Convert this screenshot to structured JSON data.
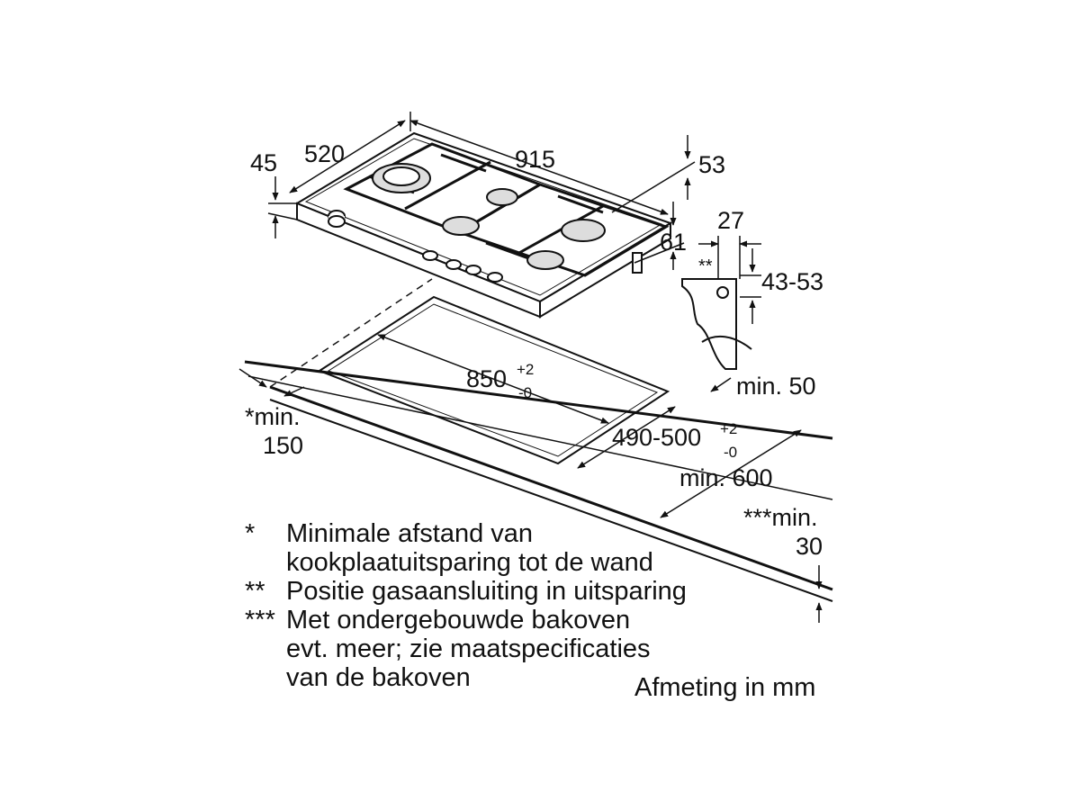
{
  "dimensions": {
    "depth_top": "520",
    "width_top": "915",
    "height_left": "45",
    "height_right": "53",
    "edge_right": "61",
    "bracket_width": "27",
    "bracket_height": "43-53",
    "bracket_mark": "**",
    "cutout_width": "850",
    "cutout_width_tol_plus": "+2",
    "cutout_width_tol_minus": "-0",
    "cutout_depth": "490-500",
    "cutout_depth_tol_plus": "+2",
    "cutout_depth_tol_minus": "-0",
    "min_wall_line1": "*min.",
    "min_wall_line2": "150",
    "min_front": "min. 50",
    "min_worktop": "min. 600",
    "min_thickness_line1": "***min.",
    "min_thickness_line2": "30"
  },
  "legend": [
    {
      "mark": "*",
      "lines": [
        "Minimale afstand van",
        "kookplaatuitsparing tot de wand"
      ]
    },
    {
      "mark": "**",
      "lines": [
        "Positie gasaansluiting in uitsparing"
      ]
    },
    {
      "mark": "***",
      "lines": [
        "Met ondergebouwde bakoven",
        "evt. meer; zie maatspecificaties",
        "van de bakoven"
      ]
    }
  ],
  "unit_note": "Afmeting in mm"
}
